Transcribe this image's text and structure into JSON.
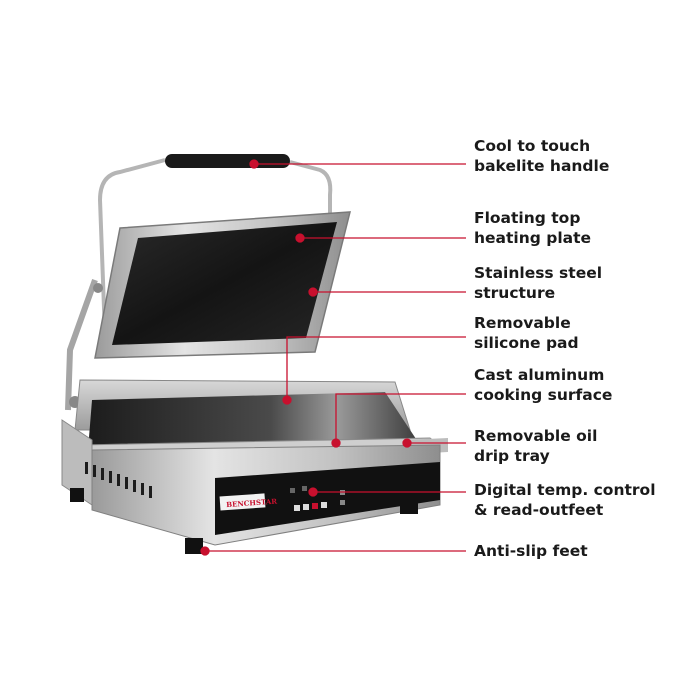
{
  "brand": {
    "logo_text": "BENCHSTAR",
    "accent_color": "#c8102e"
  },
  "callouts": [
    {
      "line1": "Cool to touch",
      "line2": "bakelite handle"
    },
    {
      "line1": "Floating top",
      "line2": "heating plate"
    },
    {
      "line1": "Stainless steel",
      "line2": "structure"
    },
    {
      "line1": "Removable",
      "line2": "silicone pad"
    },
    {
      "line1": "Cast aluminum",
      "line2": "cooking surface"
    },
    {
      "line1": "Removable oil",
      "line2": "drip tray"
    },
    {
      "line1": "Digital temp. control",
      "line2": "& read-outfeet"
    },
    {
      "line1": "Anti-slip feet",
      "line2": ""
    }
  ]
}
